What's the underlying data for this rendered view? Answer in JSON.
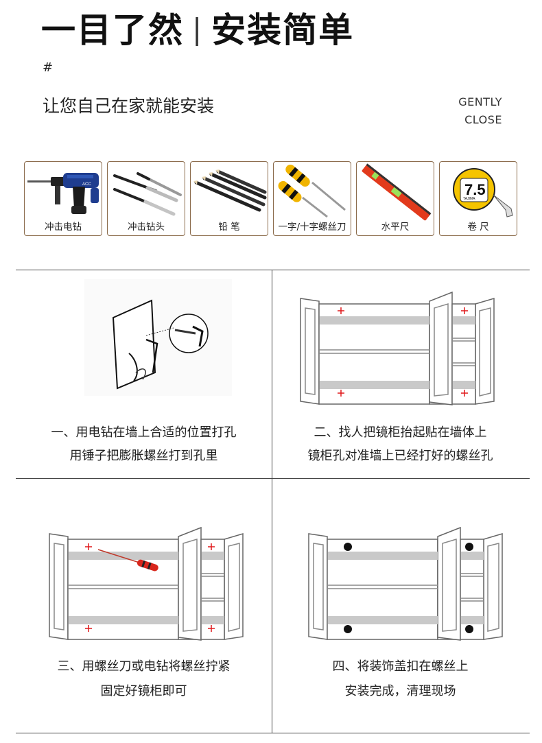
{
  "header": {
    "title_left": "一目了然",
    "separator": "|",
    "title_right": "安装简单",
    "hash": "#",
    "subtitle": "让您自己在家就能安装",
    "gentle_line1": "GENTLY",
    "gentle_line2": "CLOSE"
  },
  "tools": [
    {
      "label": "冲击电钻",
      "icon": "hammer-drill"
    },
    {
      "label": "冲击钻头",
      "icon": "drill-bits"
    },
    {
      "label": "铅   笔",
      "icon": "pencils"
    },
    {
      "label": "一字/十字螺丝刀",
      "icon": "screwdrivers"
    },
    {
      "label": "水平尺",
      "icon": "spirit-level"
    },
    {
      "label": "卷  尺",
      "icon": "tape-measure"
    }
  ],
  "tool_image_texts": {
    "drill_brand": "ACC",
    "tape_number": "7.5",
    "tape_brand": "TAJIMA"
  },
  "steps": [
    {
      "line1": "一、用电钻在墙上合适的位置打孔",
      "line2": "用锤子把膨胀螺丝打到孔里"
    },
    {
      "line1": "二、找人把镜柜抬起贴在墙体上",
      "line2": "镜柜孔对准墙上已经打好的螺丝孔"
    },
    {
      "line1": "三、用螺丝刀或电钻将螺丝拧紧",
      "line2": "固定好镜柜即可"
    },
    {
      "line1": "四、将装饰盖扣在螺丝上",
      "line2": "安装完成，清理现场"
    }
  ],
  "colors": {
    "marker_red": "#e0191b",
    "frame_brown": "#8a6a4a",
    "shelf_gray": "#c9c9c9"
  }
}
